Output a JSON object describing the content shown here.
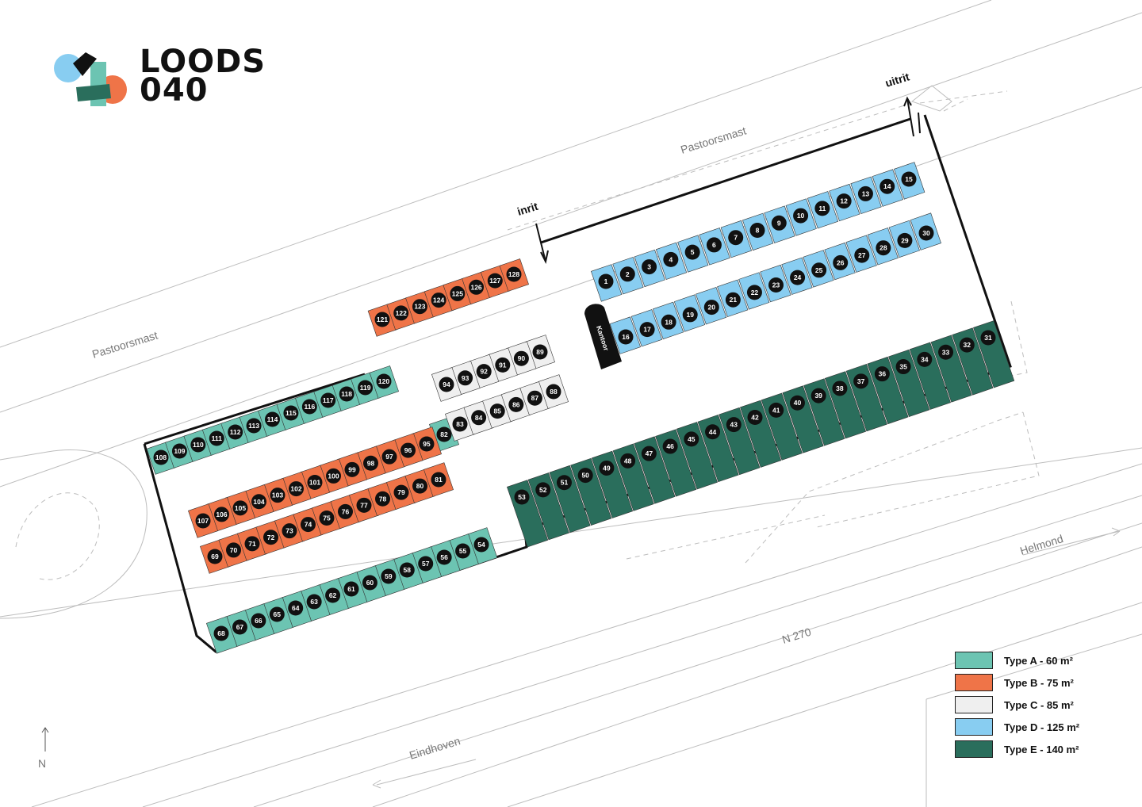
{
  "brand": {
    "line1": "LOODS",
    "line2": "040"
  },
  "colors": {
    "typeA": "#6cc4b2",
    "typeB": "#ef7448",
    "typeC": "#efefef",
    "typeD": "#88cdf1",
    "typeE": "#2a6e5c",
    "dark": "#111111"
  },
  "labels": {
    "street_top": "Pastoorsmast",
    "street_left": "Pastoorsmast",
    "entrance": "inrit",
    "exit": "uitrit",
    "office": "Kantoor",
    "road": "N 270",
    "direction_east": "Helmond",
    "direction_west": "Eindhoven",
    "north": "N"
  },
  "legend": [
    {
      "label": "Type A - 60 m²",
      "color": "#6cc4b2"
    },
    {
      "label": "Type B - 75 m²",
      "color": "#ef7448"
    },
    {
      "label": "Type C - 85 m²",
      "color": "#efefef"
    },
    {
      "label": "Type D - 125 m²",
      "color": "#88cdf1"
    },
    {
      "label": "Type E - 140 m²",
      "color": "#2a6e5c"
    }
  ],
  "units": {
    "typeD_front": [
      1,
      2,
      3,
      4,
      5,
      6,
      7,
      8,
      9,
      10,
      11,
      12,
      13,
      14,
      15
    ],
    "typeD_back": [
      16,
      17,
      18,
      19,
      20,
      21,
      22,
      23,
      24,
      25,
      26,
      27,
      28,
      29,
      30
    ],
    "typeE": [
      31,
      32,
      33,
      34,
      35,
      36,
      37,
      38,
      39,
      40,
      41,
      42,
      43,
      44,
      45,
      46,
      47,
      48,
      49,
      50,
      51,
      52,
      53
    ],
    "typeA_bottom": [
      54,
      55,
      56,
      57,
      58,
      59,
      60,
      61,
      62,
      63,
      64,
      65,
      66,
      67,
      68
    ],
    "typeB_lower": [
      69,
      70,
      71,
      72,
      73,
      74,
      75,
      76,
      77,
      78,
      79,
      80,
      81
    ],
    "typeA_single": [
      82
    ],
    "typeC_lower": [
      83,
      84,
      85,
      86,
      87,
      88
    ],
    "typeC_upper": [
      89,
      90,
      91,
      92,
      93,
      94
    ],
    "typeB_upper": [
      95,
      96,
      97,
      98,
      99,
      100,
      101,
      102,
      103,
      104,
      105,
      106,
      107
    ],
    "typeA_top": [
      108,
      109,
      110,
      111,
      112,
      113,
      114,
      115,
      116,
      117,
      118,
      119,
      120
    ],
    "typeB_top": [
      121,
      122,
      123,
      124,
      125,
      126,
      127,
      128
    ]
  }
}
